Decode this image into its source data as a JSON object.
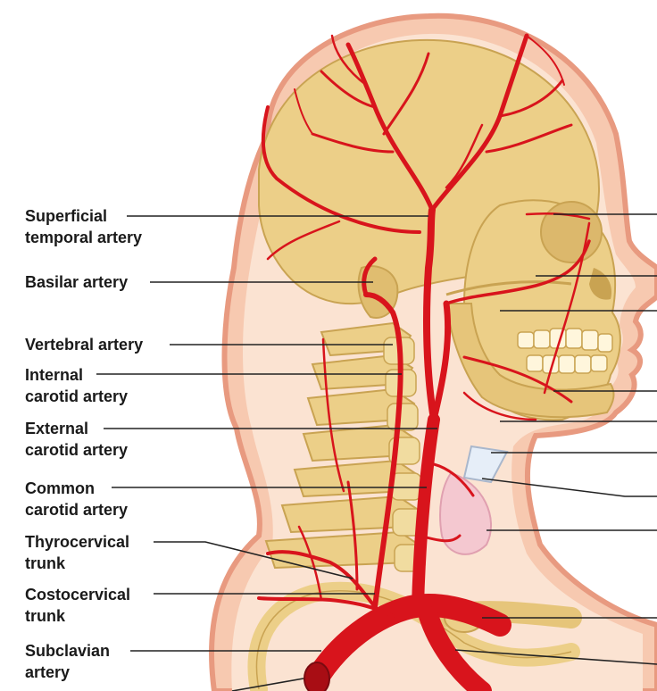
{
  "labels": {
    "superficial_temporal": [
      "Superficial",
      "temporal artery"
    ],
    "basilar": [
      "Basilar artery"
    ],
    "vertebral": [
      "Vertebral artery"
    ],
    "internal_carotid": [
      "Internal",
      "carotid artery"
    ],
    "external_carotid": [
      "External",
      "carotid artery"
    ],
    "common_carotid": [
      "Common",
      "carotid artery"
    ],
    "thyrocervical": [
      "Thyrocervical",
      "trunk"
    ],
    "costocervical": [
      "Costocervical",
      "trunk"
    ],
    "subclavian": [
      "Subclavian",
      "artery"
    ]
  },
  "colors": {
    "artery": "#d8141c",
    "skin": "#f7c9b0",
    "skin_edge": "#e89a80",
    "bone": "#eccf88",
    "bone_shade": "#c9a352",
    "leader": "#222222"
  }
}
